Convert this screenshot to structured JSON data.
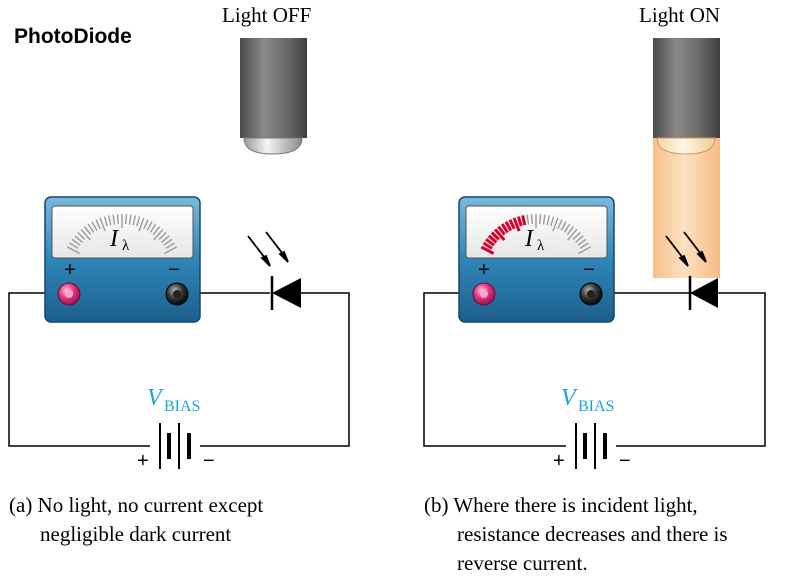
{
  "title": "PhotoDiode",
  "panel_a": {
    "lamp_label": "Light OFF",
    "meter_symbol": "I",
    "meter_sub": "λ",
    "meter_plus": "+",
    "meter_minus": "−",
    "bias_symbol": "V",
    "bias_sub": "BIAS",
    "battery_plus": "+",
    "battery_minus": "−",
    "caption_line1": "(a) No light, no current except",
    "caption_line2": "negligible dark current"
  },
  "panel_b": {
    "lamp_label": "Light ON",
    "meter_symbol": "I",
    "meter_sub": "λ",
    "meter_plus": "+",
    "meter_minus": "−",
    "bias_symbol": "V",
    "bias_sub": "BIAS",
    "battery_plus": "+",
    "battery_minus": "−",
    "caption_line1": "(b) Where there is incident light,",
    "caption_line2": "resistance decreases and there is",
    "caption_line3": "reverse current."
  },
  "colors": {
    "bias_text": "#1aa3d8",
    "meter_body": "#2f86b8",
    "meter_deflection": "#d8002a",
    "light_beam": "#f7c08a",
    "plus_terminal": "#e0307a"
  }
}
